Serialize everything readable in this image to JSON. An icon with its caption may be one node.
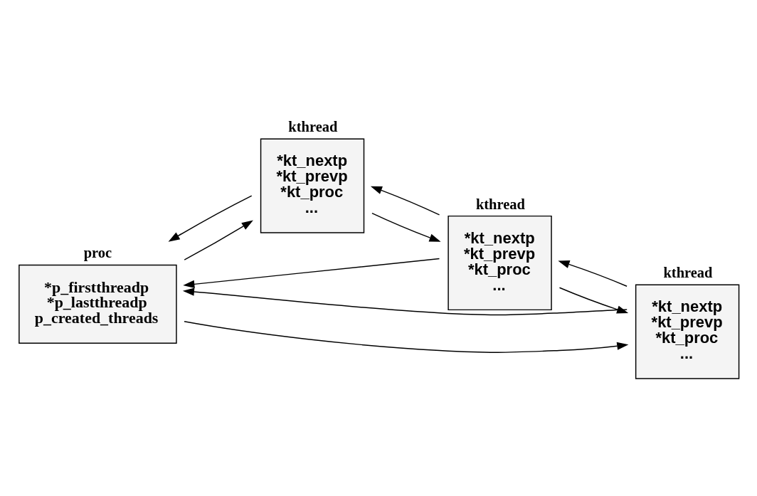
{
  "diagram": {
    "nodes": [
      {
        "text": [
          "proc",
          "*p_firstthreadp",
          "*p_lastthreadp",
          "p_created_threads"
        ]
      },
      {
        "text": [
          "kthread",
          "*kt_nextp",
          "*kt_prevp",
          "*kt_proc",
          "..."
        ]
      },
      {
        "text": [
          "kthread",
          "*kt_nextp",
          "*kt_prevp",
          "*kt_proc",
          "..."
        ]
      },
      {
        "text": [
          "kthread",
          "*kt_nextp",
          "*kt_prevp",
          "*kt_proc",
          "..."
        ]
      }
    ],
    "edges": [
      {
        "from": 0,
        "to": 1,
        "arrow": "to"
      },
      {
        "from": 0,
        "to": 3,
        "arrow": "to"
      },
      {
        "from": 1,
        "to": 0,
        "arrow": "to"
      },
      {
        "from": 2,
        "to": 0,
        "arrow": "to"
      },
      {
        "from": 3,
        "to": 0,
        "arrow": "to"
      },
      {
        "from": 1,
        "to": 2,
        "arrow": "to"
      },
      {
        "from": 2,
        "to": 1,
        "arrow": "to"
      },
      {
        "from": 2,
        "to": 3,
        "arrow": "to"
      },
      {
        "from": 3,
        "to": 2,
        "arrow": "to"
      }
    ]
  }
}
